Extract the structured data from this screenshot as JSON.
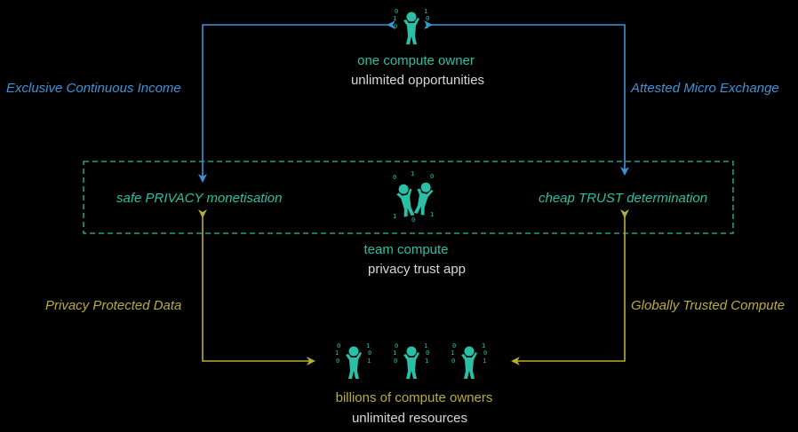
{
  "top": {
    "title": "one compute owner",
    "subtitle": "unlimited opportunities"
  },
  "middle": {
    "title": "team compute",
    "subtitle": "privacy trust app",
    "left_label": "safe PRIVACY monetisation",
    "right_label": "cheap TRUST determination"
  },
  "bottom": {
    "title": "billions of compute owners",
    "subtitle": "unlimited resources"
  },
  "links": {
    "top_left": "Exclusive Continuous Income",
    "top_right": "Attested Micro Exchange",
    "bottom_left": "Privacy Protected Data",
    "bottom_right": "Globally Trusted Compute"
  },
  "colors": {
    "blue": "#3d93d6",
    "yellow": "#b9ad3a",
    "teal": "#2bbfa6",
    "background": "#000000"
  },
  "icons": {
    "person": "person-icon",
    "binary": "binary-digits-icon"
  }
}
